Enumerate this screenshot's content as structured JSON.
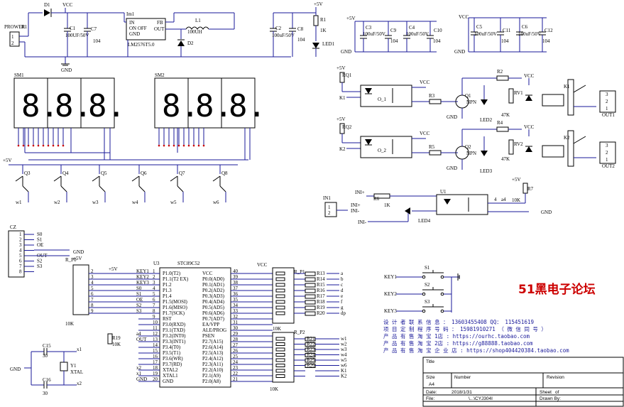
{
  "power": {
    "connector": "PROWER",
    "connector_ref": "R1",
    "diode": "D1",
    "vcc": "VCC",
    "gnd": "GND",
    "c1": "C1",
    "c1_val": "100UF/50V",
    "c7": "C7",
    "c7_val": "104",
    "reg_ref": "Im1",
    "reg_name": "LM2576T5.0",
    "reg_pin_in": "IN",
    "reg_pin_onoff": "ON OFF",
    "reg_pin_gnd": "GND",
    "reg_pin_fb": "FB",
    "reg_pin_out": "OUT",
    "inductor": "L1",
    "inductor_val": "100UH",
    "diode2": "D2",
    "c2": "C2",
    "c2_val": "100uF/50V",
    "c8": "C8",
    "c8_val": "104",
    "plus5": "+5V",
    "r1": "R1",
    "r1_val": "1K",
    "led": "LED1"
  },
  "caps_right": {
    "vcc5": "+5V",
    "c3": "C3",
    "c3_val": "100uF/50V",
    "c9": "C9",
    "c9_val": "104",
    "c4": "C4",
    "c4_val": "100uF/50V",
    "c10": "C10",
    "c10_val": "104",
    "vcc": "VCC",
    "c5": "C5",
    "c5_val": "100uF/50V",
    "c11": "C11",
    "c11_val": "104",
    "c6": "C6",
    "c6_val": "100uF/50V",
    "c12": "C12",
    "c12_val": "104",
    "gnd": "GND"
  },
  "display": {
    "sm1": "SM1",
    "sm2": "SM2",
    "digits": [
      "8.",
      "8.",
      "8.",
      "8.",
      "8.",
      "8."
    ],
    "transistors": [
      "Q3",
      "Q4",
      "Q5",
      "Q6",
      "Q7",
      "Q8"
    ],
    "w_labels": [
      "w1",
      "w2",
      "w3",
      "w4",
      "w5",
      "w6"
    ],
    "plus5": "+5V"
  },
  "relays": {
    "rq1": "RQ1",
    "rq2": "RQ2",
    "k1": "K1",
    "k2": "K2",
    "plus5": "+5V",
    "o1": "O_1",
    "o2": "O_2",
    "r3": "R3",
    "r5": "R5",
    "q1": "Q1",
    "q2": "Q2",
    "npn": "NPN",
    "led2": "LED2",
    "led3": "LED3",
    "r2": "R2",
    "r4": "R4",
    "rv1": "RV1",
    "rv2": "RV2",
    "rv_val": "47K",
    "k1_relay": "K1",
    "k2_relay": "K2",
    "out1": "OUT1",
    "out2": "OUT2",
    "vcc": "VCC",
    "gnd": "GND"
  },
  "input": {
    "in1": "IN1",
    "in_plus": "INI+",
    "in_minus": "INI-",
    "r6": "R6",
    "r6_val": "1K",
    "led4": "LED4",
    "u1": "U1",
    "r7": "R7",
    "r7_val": "10K",
    "plus5": "+5V",
    "gnd": "GND",
    "pin4": "4",
    "in_label": "a4"
  },
  "header": {
    "cz": "CZ",
    "pins": [
      "S0",
      "S1",
      "OE",
      "",
      "OUT",
      "S2",
      "S3"
    ],
    "gnd": "GND",
    "plus5": "+5V"
  },
  "mcu": {
    "rp0": "R_P0",
    "rp0_val": "10K",
    "u3": "U3",
    "name": "STC89C52",
    "left_pins": [
      "P1.0(T2)",
      "P1.1(T2 EX)",
      "P1.2",
      "P1.3",
      "P1.4",
      "P1.5(MOSI)",
      "P1.6(MISO)",
      "P1.7(SCK)",
      "RST",
      "P3.0(RXD)",
      "P3.1(TXD)",
      "P3.2(INT0)",
      "P3.3(INT1)",
      "P3.4(T0)",
      "P3.5(T1)",
      "P3.6(WR)",
      "P3.7(RD)",
      "XTAL2",
      "XTAL1",
      "GND"
    ],
    "right_pins": [
      "VCC",
      "P0.0(AD0)",
      "P0.1(AD1)",
      "P0.2(AD2)",
      "P0.3(AD3)",
      "P0.4(AD4)",
      "P0.5(AD5)",
      "P0.6(AD6)",
      "P0.7(AD7)",
      "EA/VPP",
      "ALE/PROG",
      "PSEN",
      "P2.7(A15)",
      "P2.6(A14)",
      "P2.5(A13)",
      "P2.4(A12)",
      "P2.3(A11)",
      "P2.2(A10)",
      "P2.1(A9)",
      "P2.0(A8)"
    ],
    "left_nets": [
      "KEY1",
      "KEY2",
      "KEY3",
      "S0",
      "S1",
      "OE",
      "S2",
      "S3",
      "",
      "",
      "",
      "a4",
      "OUT",
      "",
      "",
      "",
      "",
      "x2",
      "x1",
      "GND"
    ],
    "right_nums": [
      "40",
      "39",
      "38",
      "37",
      "36",
      "35",
      "34",
      "33",
      "32",
      "31",
      "30",
      "29",
      "28",
      "27",
      "26",
      "25",
      "24",
      "23",
      "22",
      "21"
    ],
    "left_nums": [
      "1",
      "2",
      "3",
      "4",
      "5",
      "6",
      "7",
      "8",
      "9",
      "10",
      "11",
      "12",
      "13",
      "14",
      "15",
      "16",
      "17",
      "18",
      "19",
      "20"
    ],
    "r19": "R19",
    "r19_val": "10K",
    "vcc": "VCC"
  },
  "pullups": {
    "rp1": "R_P1",
    "rp2": "R_P2",
    "val": "10K",
    "r_top": [
      "R13",
      "R14",
      "R15",
      "R16",
      "R17",
      "R18",
      "R19",
      "R20"
    ],
    "seg_nets": [
      "a",
      "b",
      "c",
      "d",
      "e",
      "f",
      "g",
      "dp"
    ],
    "r_bot": [
      "R21",
      "R22",
      "R23",
      "R24",
      "R25",
      "R26"
    ],
    "w_nets": [
      "w1",
      "w2",
      "w3",
      "w4",
      "w5",
      "w6",
      "K1",
      "K2"
    ]
  },
  "crystal": {
    "c15": "C15",
    "c16": "C16",
    "cval": "30",
    "y1": "Y1",
    "xtal": "XTAL",
    "x1": "x1",
    "x2": "x2",
    "gnd": "GND"
  },
  "keys": {
    "labels": [
      "KEY1",
      "KEY2",
      "KEY3"
    ],
    "switches": [
      "S1",
      "S2",
      "S3"
    ]
  },
  "brand": "51黑电子论坛",
  "info_lines": [
    "设 计 者    联 系 信 息 ： 13603455408  QQ： 115451619",
    "项 目 定 制 程 序 号 码 ： 15981910271  （ 微 信 同 号 ）",
    "产 品 有 售 淘 宝       1店 : https://ourhc.taobao.com",
    "产 品 有 售 淘 宝       2店 : https://g88888.taobao.com",
    "产 品 有 售 淘 宝 企 业 店 : https://shop404420384.taobao.com"
  ],
  "title_block": {
    "title": "Title",
    "size_label": "Size",
    "size": "A4",
    "number_label": "Number",
    "revision_label": "Revision",
    "date_label": "Date:",
    "date": "2018/1/31",
    "sheet_label": "Sheet",
    "of": "of",
    "file_label": "File:",
    "file": "\\...\\CYJ304I",
    "drawn_label": "Drawn By:"
  }
}
